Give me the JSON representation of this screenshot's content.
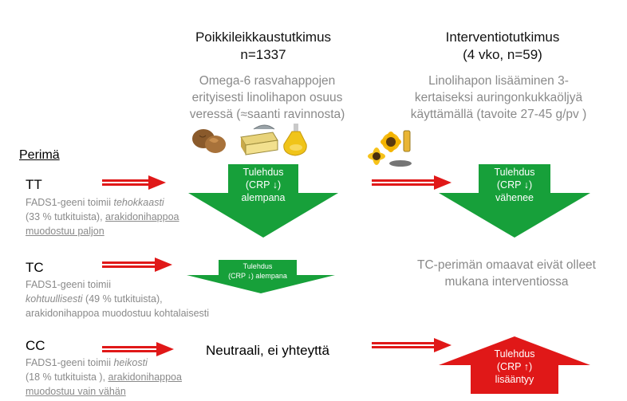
{
  "headers": {
    "cross_title": "Poikkileikkaustutkimus",
    "cross_n": "n=1337",
    "cross_desc": [
      "Omega-6 rasvahappojen",
      "erityisesti linolihapon osuus",
      "veressä (≈saanti ravinnosta)"
    ],
    "int_title": "Interventiotutkimus",
    "int_n": "(4 vko, n=59)",
    "int_desc": [
      "Linolihapon lisääminen 3-",
      "kertaiseksi auringonkukkaöljyä",
      "käyttämällä (tavoite 27-45 g/pv )"
    ]
  },
  "perima_label": "Perimä",
  "rows": [
    {
      "genotype": "TT",
      "line1_pre": "FADS1-geeni toimii ",
      "line1_em": "tehokkaasti",
      "line2": "(33 % tutkituista), ",
      "line2_ul": "arakidonihappoa",
      "line3_ul": "muodostuu paljon "
    },
    {
      "genotype": "TC",
      "line1": "FADS1-geeni toimii",
      "line2_em": "kohtuullisesti",
      "line2_rest": " (49 % tutkituista),",
      "line3": "arakidonihappoa muodostuu kohtalaisesti"
    },
    {
      "genotype": "CC",
      "line1_pre": "FADS1-geeni toimii ",
      "line1_em": "heikosti",
      "line2": "(18 % tutkituista ), ",
      "line2_ul": "arakidonihappoa",
      "line3_ul": "muodostuu vain vähän"
    }
  ],
  "arrows": {
    "tt_cross": [
      "Tulehdus",
      "(CRP ↓)",
      "alempana"
    ],
    "tt_int": [
      "Tulehdus",
      "(CRP ↓)",
      "vähenee"
    ],
    "tc_cross": [
      "Tulehdus",
      "(CRP ↓) alempana"
    ],
    "cc_int": [
      "Tulehdus",
      "(CRP ↑)",
      "lisääntyy"
    ]
  },
  "tc_note": [
    "TC-perimän omaavat eivät olleet",
    "mukana interventiossa"
  ],
  "cc_neutral": "Neutraali, ei yhteyttä",
  "colors": {
    "green": "#17a03a",
    "red": "#e01818",
    "grey_text": "#8a8a8a"
  },
  "icons": [
    "walnut-icon",
    "margarine-tub-icon",
    "oil-bottle-icon",
    "sunflower-icon"
  ]
}
